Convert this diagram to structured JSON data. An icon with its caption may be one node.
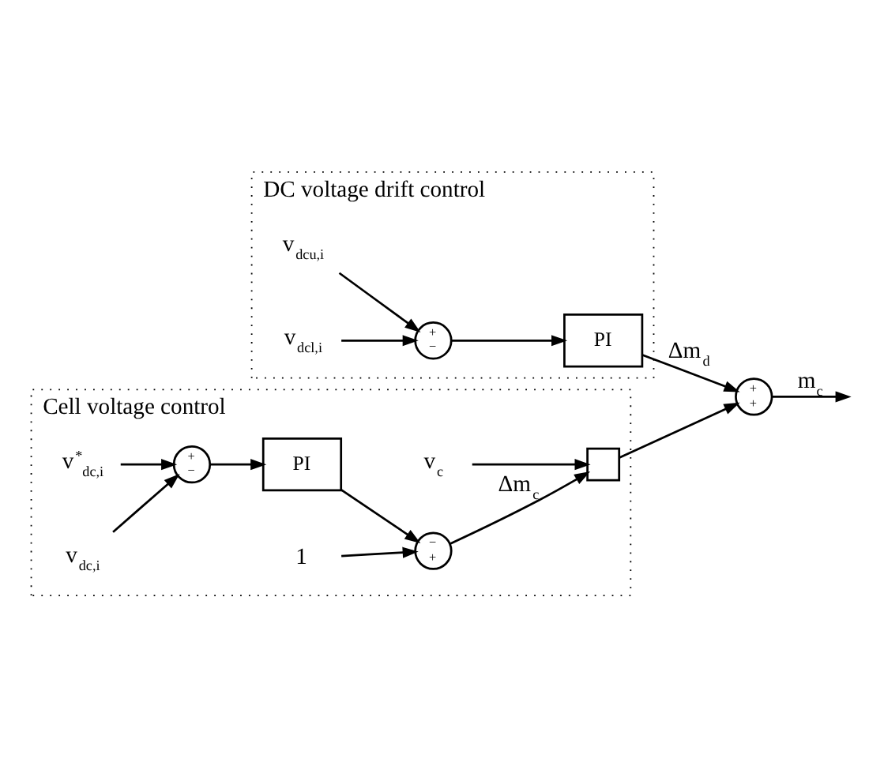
{
  "diagram": {
    "nodes": [
      {
        "text": [
          "DC voltage drift control"
        ]
      },
      {
        "text": [
          "v$_{dcu,i}$"
        ],
        "in": 0
      },
      {
        "text": [
          "+",
          "−"
        ],
        "in": 0
      },
      {
        "text": [
          "PI"
        ],
        "in": 0
      },
      {
        "text": [
          "v$_{dcl,i}$"
        ],
        "in": 0
      },
      {
        "text": [
          "+",
          "+"
        ]
      },
      {
        "text": [
          "Cell voltage control"
        ]
      },
      {
        "text": [
          "v$_{c}$"
        ],
        "in": 6
      },
      {
        "text": [],
        "shape": "box",
        "in": 6
      },
      {
        "text": [
          "v$^{*}$$_{dc,i}$"
        ],
        "in": 6
      },
      {
        "text": [
          "+",
          "−"
        ],
        "in": 6
      },
      {
        "text": [
          "PI"
        ],
        "in": 6
      },
      {
        "text": [
          "−",
          "+"
        ],
        "in": 6
      },
      {
        "text": [
          "v$_{dc,i}$"
        ],
        "in": 6
      },
      {
        "text": [
          "1"
        ],
        "in": 6
      }
    ],
    "edges": [
      {
        "from": 1,
        "to": 2,
        "arrow": "to"
      },
      {
        "from": 4,
        "to": 2,
        "arrow": "to"
      },
      {
        "from": 2,
        "to": 3,
        "arrow": "to"
      },
      {
        "from": 3,
        "to": 5,
        "arrow": "to",
        "label": "Δm$_{d}$"
      },
      {
        "from": 5,
        "to": null,
        "arrow": "to",
        "label": "m$_{c}$"
      },
      {
        "from": 7,
        "to": 8,
        "arrow": "to"
      },
      {
        "from": 12,
        "to": 8,
        "arrow": "to",
        "label": "Δm$_{c}$"
      },
      {
        "from": 8,
        "to": 5,
        "arrow": "to"
      },
      {
        "from": 9,
        "to": 10,
        "arrow": "to"
      },
      {
        "from": 13,
        "to": 10,
        "arrow": "to"
      },
      {
        "from": 10,
        "to": 11,
        "arrow": "to"
      },
      {
        "from": 11,
        "to": 12,
        "arrow": "to"
      },
      {
        "from": 14,
        "to": 12,
        "arrow": "to"
      }
    ]
  }
}
